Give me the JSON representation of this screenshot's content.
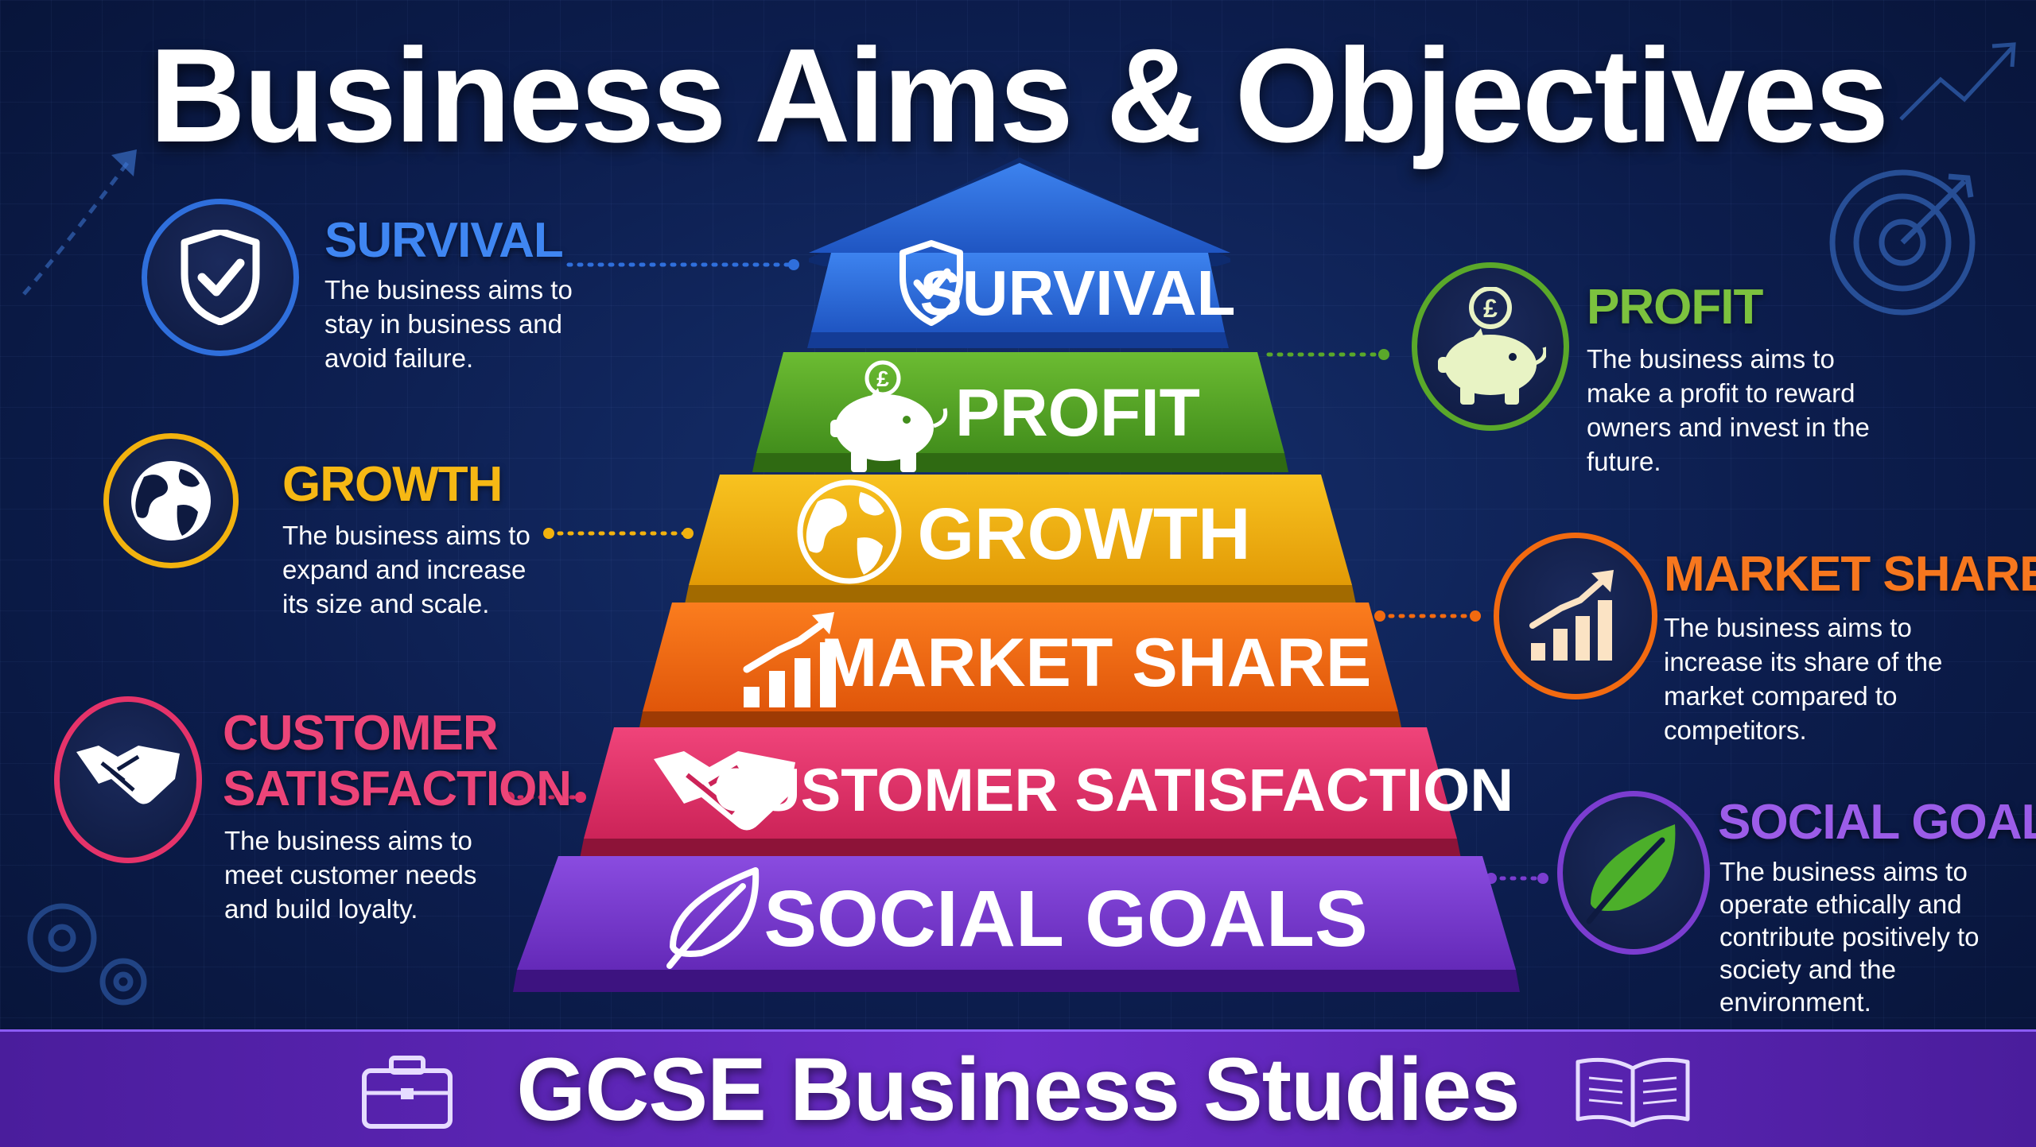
{
  "title": "Business Aims & Objectives",
  "footer": "GCSE Business Studies",
  "colors": {
    "survival": "#2f6fdc",
    "profit": "#5aa82a",
    "growth": "#f2b20e",
    "market_share": "#f26a10",
    "customer_satisfaction": "#e5336a",
    "social_goals": "#7b3dd0"
  },
  "pyramid": [
    {
      "label": "SURVIVAL",
      "icon": "shield-check-icon"
    },
    {
      "label": "PROFIT",
      "icon": "piggy-bank-icon"
    },
    {
      "label": "GROWTH",
      "icon": "globe-icon"
    },
    {
      "label": "MARKET SHARE",
      "icon": "bar-chart-icon"
    },
    {
      "label": "CUSTOMER SATISFACTION",
      "icon": "handshake-icon"
    },
    {
      "label": "SOCIAL GOALS",
      "icon": "leaf-icon"
    }
  ],
  "aims": {
    "survival": {
      "heading": "SURVIVAL",
      "description": "The business aims to stay in business and avoid failure."
    },
    "growth": {
      "heading": "GROWTH",
      "description": "The business aims to expand and increase its size and scale."
    },
    "customer_satisfaction": {
      "heading_line1": "CUSTOMER",
      "heading_line2": "SATISFACTION",
      "description": "The business aims to meet customer needs and build loyalty."
    },
    "profit": {
      "heading": "PROFIT",
      "description": "The business aims to make a profit to reward owners and invest in the future."
    },
    "market_share": {
      "heading": "MARKET SHARE",
      "description": "The business aims to increase its share of the market compared to competitors."
    },
    "social_goals": {
      "heading": "SOCIAL GOALS",
      "description": "The business aims to operate ethically and contribute positively to society and the environment."
    }
  }
}
